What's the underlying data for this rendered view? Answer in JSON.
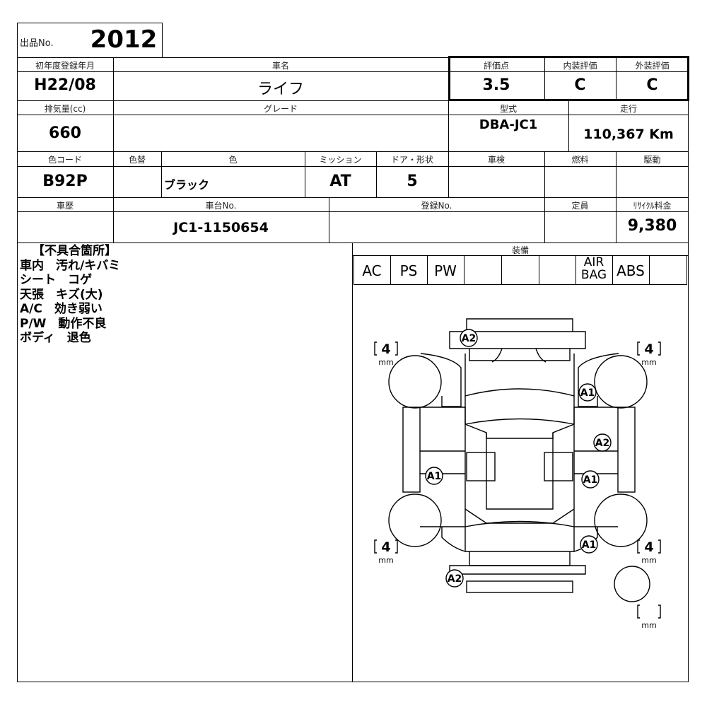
{
  "lot": {
    "label": "出品No.",
    "number": "2012"
  },
  "row1": {
    "labels": {
      "first_reg": "初年度登録年月",
      "car_name": "車名",
      "score": "評価点",
      "interior": "内装評価",
      "exterior": "外装評価"
    },
    "values": {
      "first_reg": "H22/08",
      "car_name": "ライフ",
      "score": "3.5",
      "interior": "C",
      "exterior": "C"
    }
  },
  "row2": {
    "labels": {
      "displacement": "排気量(cc)",
      "grade": "グレード",
      "model": "型式",
      "mileage": "走行"
    },
    "values": {
      "displacement": "660",
      "grade": "",
      "model": "DBA-JC1",
      "mileage": "110,367 Km"
    }
  },
  "row3": {
    "labels": {
      "color_code": "色コード",
      "recolor": "色替",
      "color": "色",
      "mission": "ミッション",
      "doors": "ドア・形状",
      "inspection": "車検",
      "fuel": "燃料",
      "drive": "駆動"
    },
    "values": {
      "color_code": "B92P",
      "recolor": "",
      "color": "ブラック",
      "mission": "AT",
      "doors": "5",
      "inspection": "",
      "fuel": "",
      "drive": ""
    }
  },
  "row4": {
    "labels": {
      "history": "車歴",
      "chassis": "車台No.",
      "reg_no": "登録No.",
      "capacity": "定員",
      "recycle": "ﾘｻｲｸﾙ料金"
    },
    "values": {
      "history": "",
      "chassis": "JC1-1150654",
      "reg_no": "",
      "capacity": "",
      "recycle": "9,380"
    }
  },
  "defects": {
    "title": "【不具合箇所】",
    "lines": [
      "車内　汚れ/キバミ",
      "シート　コゲ",
      "天張　キズ(大)",
      "A/C　効き弱い",
      "P/W　動作不良",
      "ボディ　退色"
    ]
  },
  "equipment": {
    "title": "装備",
    "items": [
      "AC",
      "PS",
      "PW",
      "",
      "",
      "",
      "AIR\nBAG",
      "ABS",
      ""
    ]
  },
  "diagram": {
    "tires": {
      "front_left": "4",
      "front_right": "4",
      "rear_left": "4",
      "rear_right": "4",
      "spare": "",
      "unit": "mm"
    },
    "marks": [
      {
        "code": "A2",
        "area": "front-bumper"
      },
      {
        "code": "A1",
        "area": "right-front-fender"
      },
      {
        "code": "A2",
        "area": "right-front-door"
      },
      {
        "code": "A1",
        "area": "left-rear-door"
      },
      {
        "code": "A1",
        "area": "right-rear-door"
      },
      {
        "code": "A1",
        "area": "right-rear-fender"
      },
      {
        "code": "A2",
        "area": "rear-bumper"
      }
    ]
  }
}
